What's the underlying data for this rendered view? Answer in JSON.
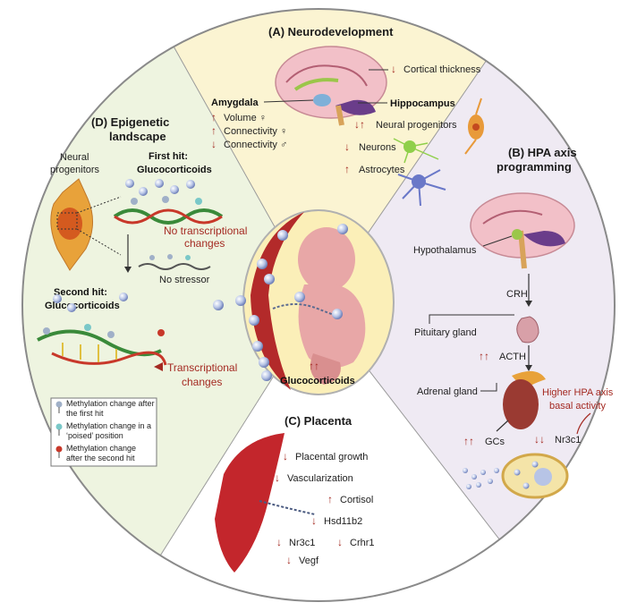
{
  "neurodevelopment": {
    "title": "(A) Neurodevelopment",
    "amygdala": "Amygdala",
    "hippocampus": "Hippocampus",
    "items_left": [
      "Volume ♀",
      "Connectivity ♀",
      "Connectivity ♂"
    ],
    "items_left_dirs": [
      "↑",
      "↑",
      "↓"
    ],
    "cortical": "Cortical thickness",
    "neural_progenitors": "Neural progenitors",
    "neurons": "Neurons",
    "astrocytes": "Astrocytes"
  },
  "hpa": {
    "title_line1": "(B) HPA axis",
    "title_line2": "programming",
    "hypothalamus": "Hypothalamus",
    "crh": "CRH",
    "pituitary": "Pituitary gland",
    "acth": "ACTH",
    "adrenal": "Adrenal gland",
    "higher_line1": "Higher HPA axis",
    "higher_line2": "basal activity",
    "gcs": "GCs",
    "nr3c1": "Nr3c1"
  },
  "placenta": {
    "title": "(C) Placenta",
    "placental_growth": "Placental growth",
    "vascularization": "Vascularization",
    "cortisol": "Cortisol",
    "hsd11b2": "Hsd11b2",
    "nr3c1": "Nr3c1",
    "crhr1": "Crhr1",
    "vegf": "Vegf"
  },
  "epigenetic": {
    "title_line1": "(D) Epigenetic",
    "title_line2": "landscape",
    "neural_line1": "Neural",
    "neural_line2": "progenitors",
    "first_hit_line1": "First hit:",
    "first_hit_line2": "Glucocorticoids",
    "no_trans_line1": "No transcriptional",
    "no_trans_line2": "changes",
    "no_stressor": "No stressor",
    "second_hit_line1": "Second hit:",
    "second_hit_line2": "Glucocorticoids",
    "trans_line1": "Transcriptional",
    "trans_line2": "changes",
    "legend": [
      [
        "Methylation change after",
        "the first hit"
      ],
      [
        "Methylation change in a",
        "‘poised’ position"
      ],
      [
        "Methylation change",
        "after the second hit"
      ]
    ]
  },
  "center": {
    "glucocorticoids": "Glucocorticoids",
    "arrows": "↑↑"
  },
  "colors": {
    "neuro_bg": "#fbf4d2",
    "hpa_bg": "#efeaf3",
    "placenta_bg": "#ffffff",
    "epi_bg": "#eef4e0",
    "accent_red": "#a42a22",
    "fetus": "#e8a7a7"
  }
}
